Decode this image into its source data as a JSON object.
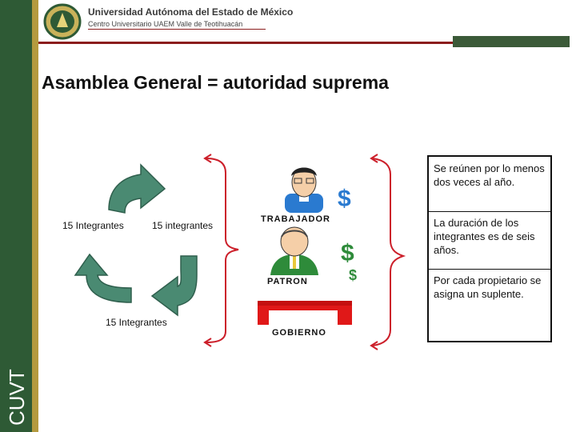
{
  "header": {
    "university_name": "Universidad Autónoma del Estado de México",
    "campus_name": "Centro Universitario UAEM Valle de Teotihuacán",
    "side_logo": "CUVT",
    "seal_icon": "university-seal-icon"
  },
  "slide": {
    "title": "Asamblea General = autoridad suprema"
  },
  "cycle": {
    "labels": [
      "15 Integrantes",
      "15 integrantes",
      "15 Integrantes"
    ]
  },
  "figures": {
    "worker_label": "TRABAJADOR",
    "employer_label": "PATRON",
    "government_label": "GOBIERNO"
  },
  "info": {
    "items": [
      "Se reúnen por lo menos dos veces al año.",
      "La duración de los integrantes es de seis años.",
      "Por cada propietario se asigna un suplente."
    ]
  },
  "colors": {
    "side_green": "#2e5a35",
    "side_gold": "#b49a3f",
    "arrow_green": "#4a8a72",
    "bracket_red": "#cc1f2a",
    "header_line": "#8b1d1d"
  }
}
